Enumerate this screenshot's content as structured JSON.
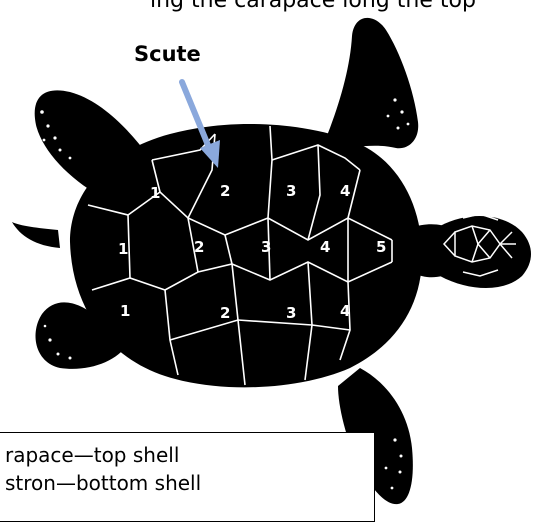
{
  "top_caption": "ing the carapace long the top",
  "callout": {
    "label": "Scute",
    "arrow_color": "#8aa8dc"
  },
  "scute_rows": {
    "top": [
      "1",
      "2",
      "3",
      "4"
    ],
    "middle": [
      "1",
      "2",
      "3",
      "4",
      "5"
    ],
    "bottom": [
      "1",
      "2",
      "3",
      "4"
    ]
  },
  "legend": {
    "line1": "rapace—top shell",
    "line2": "stron—bottom shell"
  },
  "colors": {
    "shell": "#000000",
    "seams": "#ffffff",
    "background": "#ffffff",
    "arrow": "#8aa8dc"
  }
}
